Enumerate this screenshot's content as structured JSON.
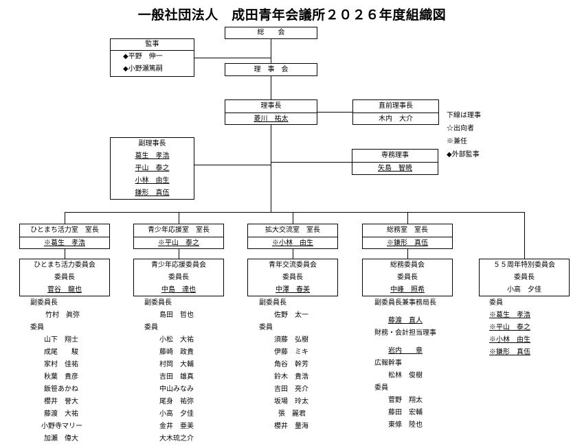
{
  "title": "一般社団法人　成田青年会議所２０２６年度組織図",
  "top": {
    "general_assembly": "総　　会",
    "board": "理　事　会"
  },
  "auditors": {
    "heading": "監事",
    "items": [
      "◆平野　伸一",
      "◆小野瀬篤嗣"
    ]
  },
  "president": {
    "role": "理事長",
    "name": "菱川　祐太"
  },
  "past_president": {
    "role": "直前理事長",
    "name": "木内　大介"
  },
  "vice_presidents": {
    "heading": "副理事長",
    "items": [
      "葛生　孝浩",
      "平山　泰之",
      "小林　由生",
      "鎌形　真伍"
    ]
  },
  "executive_director": {
    "role": "専務理事",
    "name": "矢島　智暁"
  },
  "legend": [
    "下線は理事",
    "☆出向者",
    "※兼任",
    "◆外部監事"
  ],
  "offices": [
    {
      "title": "ひとまち活力室　室長",
      "head": "※葛生　孝浩"
    },
    {
      "title": "青少年応援室　室長",
      "head": "※平山　泰之"
    },
    {
      "title": "拡大交流室　室長",
      "head": "※小林　由生"
    },
    {
      "title": "総務室　室長",
      "head": "※鎌形　真伍"
    }
  ],
  "committees": [
    {
      "title": "ひとまち活力委員会",
      "chair_label": "委員長",
      "chair": "菅谷　龍也",
      "sections": [
        {
          "label": "副委員長",
          "members": [
            "竹村　眞弥"
          ]
        },
        {
          "label": "委員",
          "members": [
            "山下　翔士",
            "成尾　　駿",
            "家村　佳祐",
            "秋葉　貴彦",
            "飯笹あかね",
            "櫻井　誉大",
            "藤渡　大祐",
            "小野寺マリー",
            "加瀬　偉大"
          ]
        }
      ]
    },
    {
      "title": "青少年応援委員会",
      "chair_label": "委員長",
      "chair": "中島　達也",
      "sections": [
        {
          "label": "副委員長",
          "members": [
            "島田　哲也"
          ]
        },
        {
          "label": "委員",
          "members": [
            "小松　大祐",
            "藤崎　政貴",
            "村岡　大輔",
            "吉田　雄真",
            "中山みなみ",
            "尾身　祐弥",
            "小高　夕佳",
            "金井　亜美",
            "大木琉之介"
          ]
        }
      ]
    },
    {
      "title": "青年交流委員会",
      "chair_label": "委員長",
      "chair": "中澤　春美",
      "sections": [
        {
          "label": "副委員長",
          "members": [
            "佐野　太一"
          ]
        },
        {
          "label": "委員",
          "members": [
            "須藤　弘樹",
            "伊藤　ミキ",
            "角谷　幹芳",
            "鈴木　貴浩",
            "吉田　亮介",
            "坂場　玲太",
            "張　麗君",
            "櫻井　量海"
          ]
        }
      ]
    },
    {
      "title": "総務委員会",
      "chair_label": "委員長",
      "chair": "中峰　照希",
      "sections": [
        {
          "label": "副委員長兼事務局長",
          "members": [
            "藤渡　直人"
          ]
        },
        {
          "label": "財務・会計担当理事",
          "members": [
            "岩内　　章"
          ]
        },
        {
          "label": "広報幹事",
          "members": [
            "松林　俊樹"
          ]
        },
        {
          "label": "委員",
          "members": [
            "菅野　翔太",
            "藤田　宏輔",
            "東條　陸也"
          ]
        }
      ]
    },
    {
      "title": "５５周年特別委員会",
      "chair_label": "委員長",
      "chair": "小高　夕佳",
      "sections": [
        {
          "label": "委員",
          "members": [
            "※葛生　孝浩",
            "※平山　泰之",
            "※小林　由生",
            "※鎌形　真伍"
          ]
        }
      ]
    }
  ]
}
